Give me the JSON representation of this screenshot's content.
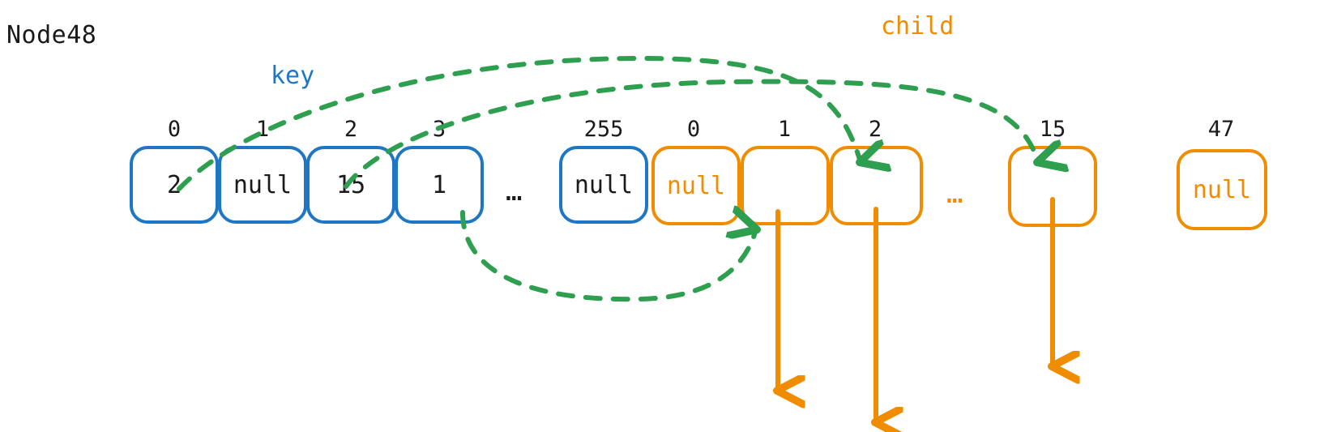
{
  "title": "Node48",
  "labels": {
    "key": "key",
    "child": "child"
  },
  "colors": {
    "key_blue": "#1f77c4",
    "child_orange": "#f08c00",
    "pointer_green": "#2e9e4f",
    "text_black": "#1a1a1a"
  },
  "key_array": {
    "label": "key",
    "ellipsis": "…",
    "cells": [
      {
        "index": "0",
        "value": "2"
      },
      {
        "index": "1",
        "value": "null"
      },
      {
        "index": "2",
        "value": "15"
      },
      {
        "index": "3",
        "value": "1"
      },
      {
        "index": "255",
        "value": "null"
      }
    ]
  },
  "child_array": {
    "label": "child",
    "ellipsis": "…",
    "cells": [
      {
        "index": "0",
        "value": "null"
      },
      {
        "index": "1",
        "value": ""
      },
      {
        "index": "2",
        "value": ""
      },
      {
        "index": "15",
        "value": ""
      },
      {
        "index": "47",
        "value": "null"
      }
    ]
  },
  "pointers": [
    {
      "from": "key[0]=2",
      "to": "child[2]"
    },
    {
      "from": "key[2]=15",
      "to": "child[15]"
    },
    {
      "from": "key[3]=1",
      "to": "child[1]"
    }
  ],
  "child_down_arrows": [
    {
      "from": "child[1]"
    },
    {
      "from": "child[2]"
    },
    {
      "from": "child[15]"
    }
  ]
}
